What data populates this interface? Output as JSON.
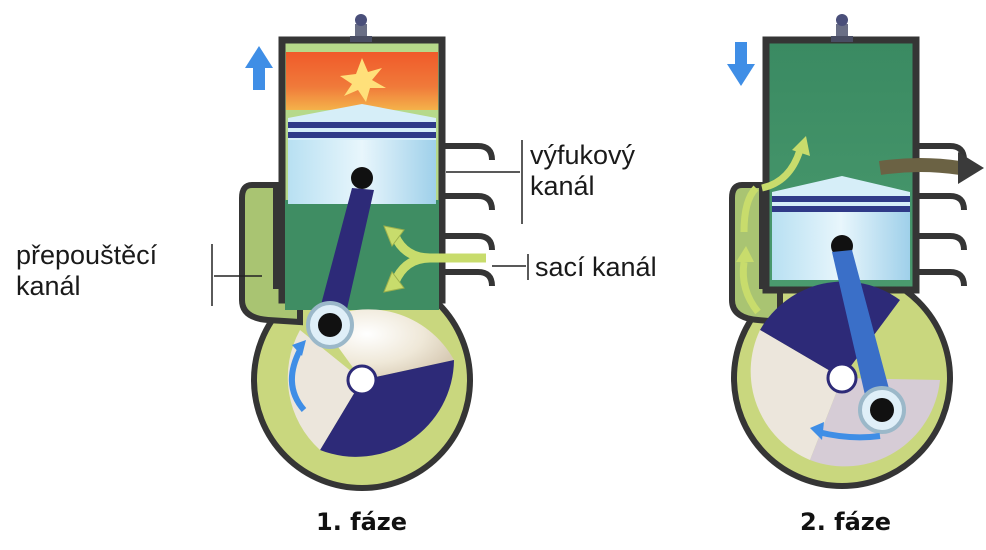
{
  "labels": {
    "exhaust": {
      "line1": "výfukový",
      "line2": "kanál"
    },
    "intake": "sací kanál",
    "transfer": {
      "line1": "přepouštěcí",
      "line2": "kanál"
    }
  },
  "captions": {
    "phase1": "1. fáze",
    "phase2": "2. fáze"
  },
  "colors": {
    "wall": "#353535",
    "transfer_fill": "#a9c472",
    "cylinder_green": "#3f8d63",
    "combustion": "#e8643a",
    "piston": "#cfe9f6",
    "rod": "#2d2a78",
    "crankcase_rim": "#c9d77e",
    "arrow_blue": "#3f8ee6",
    "fresh_mixture": "#c8dc6c",
    "exhaust_gas": "#6b6244"
  },
  "arrows": {
    "phase1_piston": "up",
    "phase2_piston": "down"
  }
}
